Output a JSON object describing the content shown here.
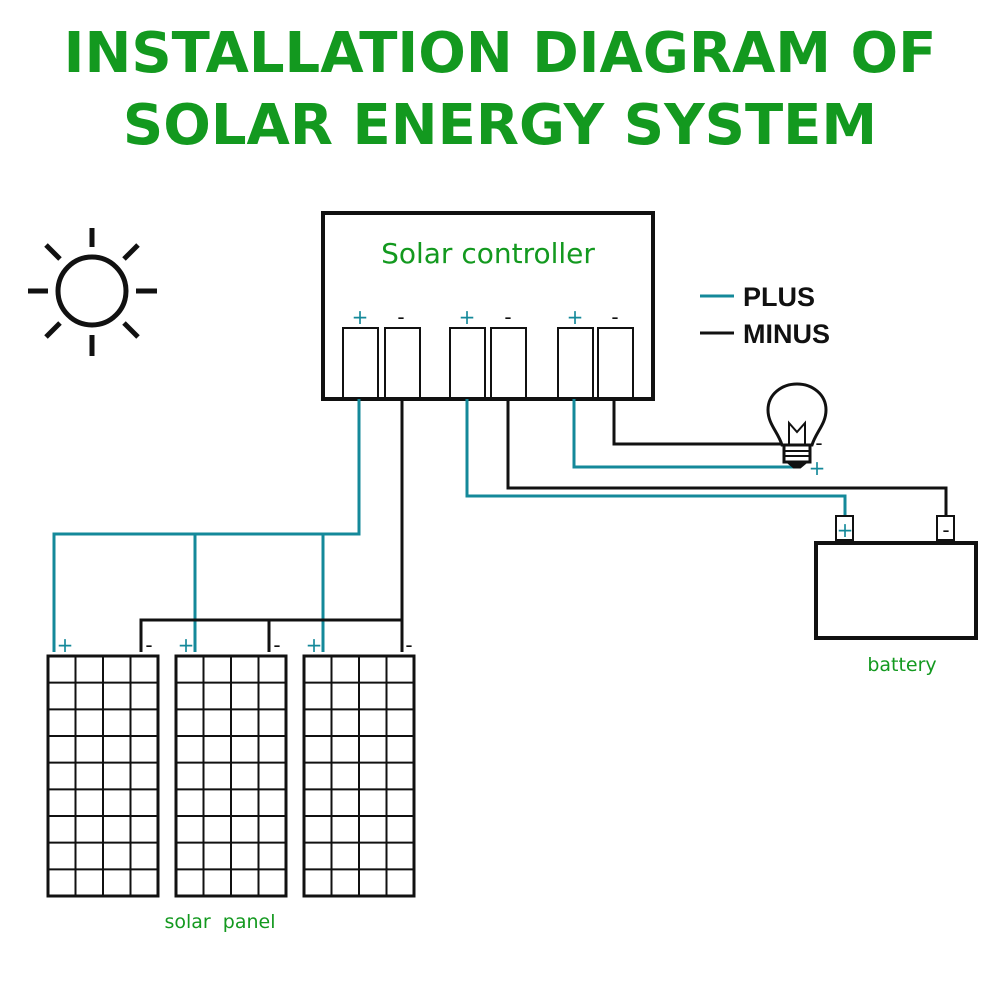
{
  "title": {
    "line1": "INSTALLATION DIAGRAM OF",
    "line2": "SOLAR ENERGY SYSTEM"
  },
  "controller": {
    "label": "Solar controller",
    "terminals": [
      {
        "sign": "+"
      },
      {
        "sign": "-"
      },
      {
        "sign": "+"
      },
      {
        "sign": "-"
      },
      {
        "sign": "+"
      },
      {
        "sign": "-"
      }
    ]
  },
  "legend": {
    "plus": "PLUS",
    "minus": "MINUS",
    "plus_color": "#14899a",
    "minus_color": "#111111"
  },
  "lamp": {
    "icon": "light-bulb-icon",
    "minus": "-",
    "plus": "+"
  },
  "battery": {
    "label": "battery",
    "plus": "+",
    "minus": "-"
  },
  "panels": {
    "label": "solar  panel",
    "items": [
      {
        "plus": "+",
        "minus": "-"
      },
      {
        "plus": "+",
        "minus": "-"
      },
      {
        "plus": "+",
        "minus": "-"
      }
    ]
  },
  "sun": {
    "icon": "sun-icon"
  },
  "colors": {
    "title": "#13991f",
    "wire_plus": "#14899a",
    "wire_minus": "#111111"
  }
}
